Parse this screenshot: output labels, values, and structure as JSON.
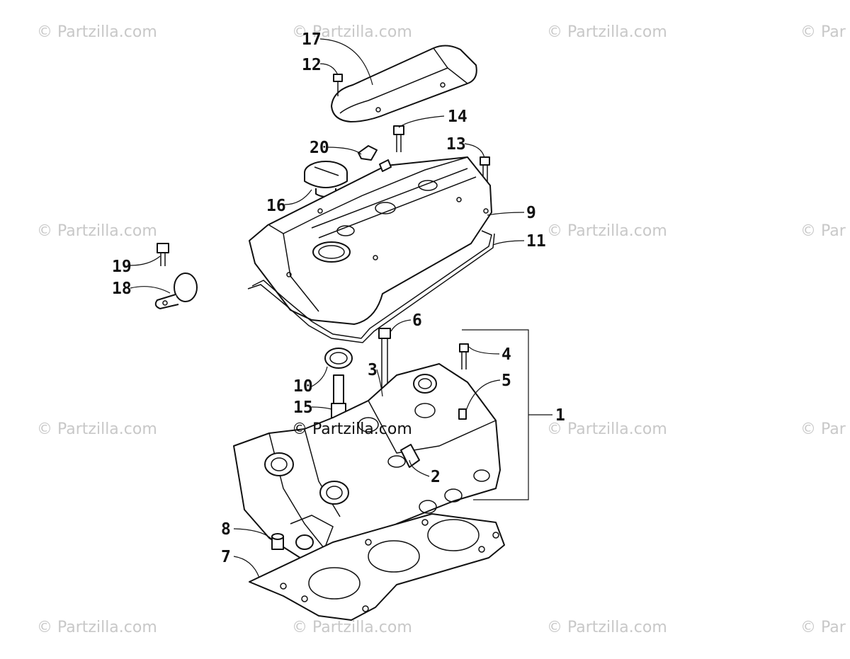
{
  "diagram": {
    "callouts": [
      "17",
      "12",
      "14",
      "20",
      "13",
      "16",
      "9",
      "11",
      "19",
      "18",
      "6",
      "4",
      "3",
      "5",
      "10",
      "15",
      "1",
      "2",
      "8",
      "7"
    ]
  },
  "watermarks": {
    "text": "© Partzilla.com",
    "center_text": "© Partzilla.com",
    "partial_text": "© Par"
  },
  "colors": {
    "line": "#111111",
    "watermark": "#c8c8c8",
    "background": "#ffffff"
  }
}
